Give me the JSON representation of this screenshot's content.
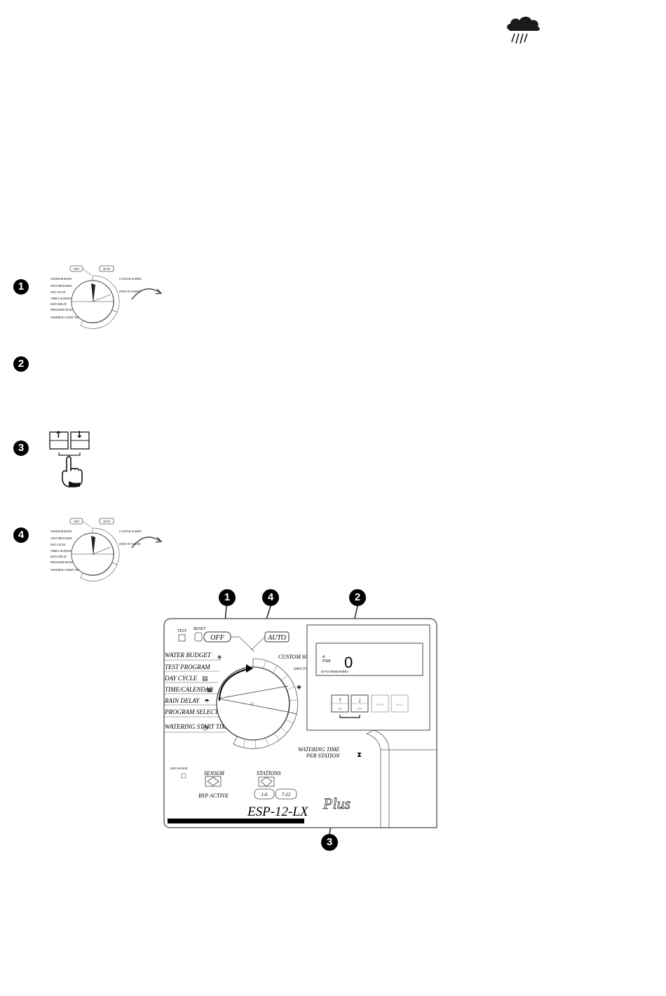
{
  "steps": [
    {
      "number": "1"
    },
    {
      "number": "2"
    },
    {
      "number": "3"
    },
    {
      "number": "4"
    }
  ],
  "icons": {
    "rain_cloud": "rain-cloud-icon",
    "step_arrow": "curved-arrow-icon",
    "pointer_hand": "pointing-hand-icon"
  },
  "mini_dial": {
    "off": "OFF",
    "auto": "AUTO",
    "left_labels": [
      "WATER BUDGET",
      "TEST PROGRAM",
      "DAY CYCLE",
      "TIME/CALENDAR",
      "RAIN DELAY",
      "PROGRAM SELECT",
      "WATERING START TIMES"
    ],
    "right_labels": [
      "CUSTOM SCHED.",
      "DAYS TO WATER"
    ]
  },
  "small_buttons": {
    "up": "↑",
    "down": "↓"
  },
  "controller": {
    "callouts": [
      "1",
      "4",
      "2",
      "3"
    ],
    "test": "TEST",
    "reset": "RESET",
    "off": "OFF",
    "auto": "AUTO",
    "menu": [
      "WATER BUDGET",
      "TEST PROGRAM",
      "DAY CYCLE",
      "TIME/CALENDAR",
      "RAIN DELAY",
      "PROGRAM SELECT",
      "WATERING START TIMES"
    ],
    "custom_sched": "CUSTOM SCHED.",
    "days_to_water": "DAYS TO WATER",
    "lcd": {
      "prog_letter": "A",
      "prog_label": "PGM",
      "value": "0",
      "caption": "DAYS REMAINING"
    },
    "keys": [
      {
        "symbol": "↑",
        "label": "ON"
      },
      {
        "symbol": "↓",
        "label": "OFF"
      },
      {
        "symbol": "",
        "label": "PREV"
      },
      {
        "symbol": "",
        "label": "NEXT"
      }
    ],
    "watering_time": "WATERING TIME",
    "per_station": "PER STATION",
    "rain_sensor": "RAIN SENSOR",
    "sensor": "SENSOR",
    "bypass_active": "BYP ACTIVE",
    "stations": "STATIONS",
    "stations_low": "1-6",
    "stations_high": "7-12",
    "model": "ESP-12-LX",
    "plus": "Plus"
  }
}
